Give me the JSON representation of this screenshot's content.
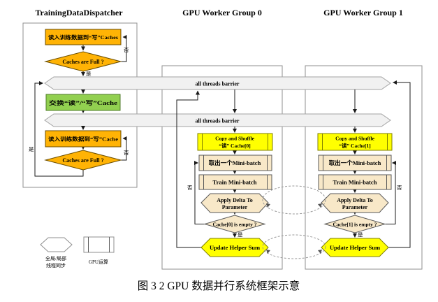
{
  "titles": {
    "dispatcher": "TrainingDataDispatcher",
    "group0": "GPU Worker Group 0",
    "group1": "GPU Worker Group 1"
  },
  "dispatcher": {
    "read_caches": "读入训练数据到“写”Caches",
    "caches_full_1": "Caches are Full ?",
    "swap_cache": "交换“读”/“写”Cache",
    "read_cache": "读入训练数据到“写”Cache",
    "caches_full_2": "Caches are Full ?"
  },
  "barriers": {
    "label": "all threads barrier"
  },
  "group0": {
    "copy_line1": "Copy and Shuffle",
    "copy_line2": "“读” Cache[0]",
    "take_batch": "取出一个Mini-batch",
    "train_batch": "Train Mini-batch",
    "apply_line1": "Apply Delta To",
    "apply_line2": "Parameter",
    "cache_empty": "Cache[0] is empty ?",
    "update_sum": "Update Helper Sum"
  },
  "group1": {
    "copy_line1": "Copy and Shuffle",
    "copy_line2": "“读” Cache[1]",
    "take_batch": "取出一个Mini-batch",
    "train_batch": "Train Mini-batch",
    "apply_line1": "Apply Delta To",
    "apply_line2": "Parameter",
    "cache_empty": "Cache[1] is empty ?",
    "update_sum": "Update Helper Sum"
  },
  "labels": {
    "yes": "是",
    "no": "否"
  },
  "legend": {
    "sync_line1": "全局/局部",
    "sync_line2": "线程同步",
    "gpu_compute": "GPU运算"
  },
  "caption": "图 3 2 GPU 数据并行系统框架示意",
  "colors": {
    "orange": "#FFB305",
    "green": "#92D050",
    "yellow": "#FFFF00",
    "tan": "#F8E8C8",
    "barrier": "#F1F1F1",
    "line": "#1a1a1a"
  }
}
